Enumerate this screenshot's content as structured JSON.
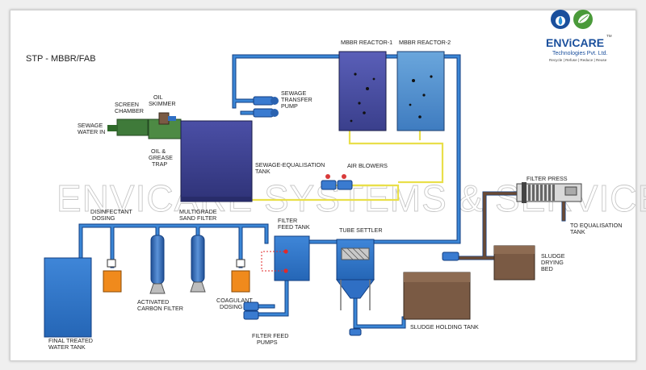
{
  "title": "STP - MBBR/FAB",
  "watermark": "ENVICARE SYSTEMS & SERVICES",
  "logo": {
    "name": "ENViCARE",
    "trademark": "TM",
    "company": "Technologies Pvt. Ltd.",
    "tagline": "Recycle | Refuse | Reduce | Reuse"
  },
  "labels": {
    "sewage_water_in_1": "SEWAGE",
    "sewage_water_in_2": "WATER IN",
    "screen_chamber_1": "SCREEN",
    "screen_chamber_2": "CHAMBER",
    "oil_skimmer_1": "OIL",
    "oil_skimmer_2": "SKIMMER",
    "oil_grease_trap_1": "OIL &",
    "oil_grease_trap_2": "GREASE",
    "oil_grease_trap_3": "TRAP",
    "sewage_transfer_pump_1": "SEWAGE",
    "sewage_transfer_pump_2": "TRANSFER",
    "sewage_transfer_pump_3": "PUMP",
    "mbbr_reactor_1": "MBBR REACTOR-1",
    "mbbr_reactor_2": "MBBR REACTOR-2",
    "equalisation_tank_1": "SEWAGE-EQUALISATION",
    "equalisation_tank_2": "TANK",
    "air_blowers": "AIR BLOWERS",
    "filter_press": "FILTER PRESS",
    "to_equalisation_1": "TO EQUALISATION",
    "to_equalisation_2": "TANK",
    "disinfectant_dosing_1": "DISINFECTANT",
    "disinfectant_dosing_2": "DOSING",
    "multigrade_sand_filter_1": "MULTIGRADE",
    "multigrade_sand_filter_2": "SAND FILTER",
    "filter_feed_tank_1": "FILTER",
    "filter_feed_tank_2": "FEED TANK",
    "tube_settler": "TUBE SETTLER",
    "sludge_drying_bed_1": "SLUDGE",
    "sludge_drying_bed_2": "DRYING",
    "sludge_drying_bed_3": "BED",
    "activated_carbon_filter_1": "ACTIVATED",
    "activated_carbon_filter_2": "CARBON FILTER",
    "coagulant_dosing_1": "COAGULANT",
    "coagulant_dosing_2": "DOSING",
    "final_treated_water_tank_1": "FINAL TREATED",
    "final_treated_water_tank_2": "WATER TANK",
    "filter_feed_pumps_1": "FILTER FEED",
    "filter_feed_pumps_2": "PUMPS",
    "sludge_holding_tank": "SLUDGE HOLDING TANK"
  },
  "colors": {
    "pipe": "#2f6fc4",
    "pipe_edge": "#123e80",
    "air_line": "#efe86a",
    "equalisation_tank": "#3a3f8c",
    "mbbr_tank": "#4a4fa0",
    "mbbr_tank_2": "#4f8ecf",
    "sludge": "#7a5a44",
    "dosing_tank": "#f08a1c",
    "filter_feed_tank": "#3a7bd0",
    "green_chamber": "#3f7a3a"
  }
}
